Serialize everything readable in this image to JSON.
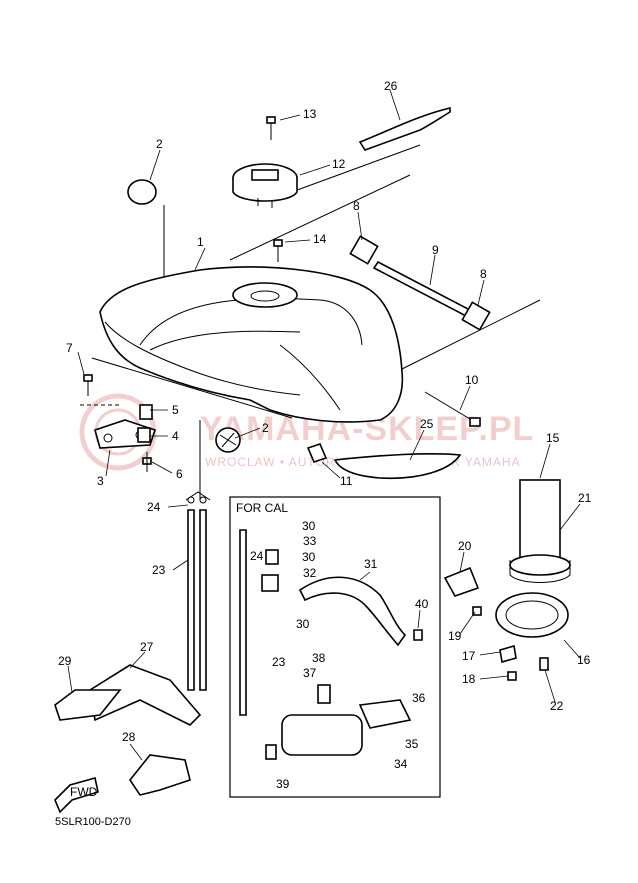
{
  "diagram": {
    "footer_code": "5SLR100-D270",
    "for_cal_label": "FOR CAL",
    "fwd_label": "FWD",
    "watermark": {
      "main": "YAMAHA-SKLEP.PL",
      "sub": "WROCLAW • AUTORYZOWANY DEALER YAMAHA"
    },
    "labels": {
      "l1": "1",
      "l2a": "2",
      "l2b": "2",
      "l3": "3",
      "l4": "4",
      "l5": "5",
      "l6": "6",
      "l7": "7",
      "l8a": "8",
      "l8b": "8",
      "l9": "9",
      "l10": "10",
      "l11": "11",
      "l12": "12",
      "l13": "13",
      "l14": "14",
      "l15": "15",
      "l16": "16",
      "l17": "17",
      "l18": "18",
      "l19": "19",
      "l20": "20",
      "l21": "21",
      "l22": "22",
      "l23a": "23",
      "l23b": "23",
      "l24a": "24",
      "l24b": "24",
      "l25": "25",
      "l26": "26",
      "l27": "27",
      "l28": "28",
      "l29": "29",
      "l30a": "30",
      "l30b": "30",
      "l30c": "30",
      "l31": "31",
      "l32": "32",
      "l33": "33",
      "l34": "34",
      "l35": "35",
      "l36": "36",
      "l37": "37",
      "l38": "38",
      "l39": "39",
      "l40": "40"
    }
  }
}
